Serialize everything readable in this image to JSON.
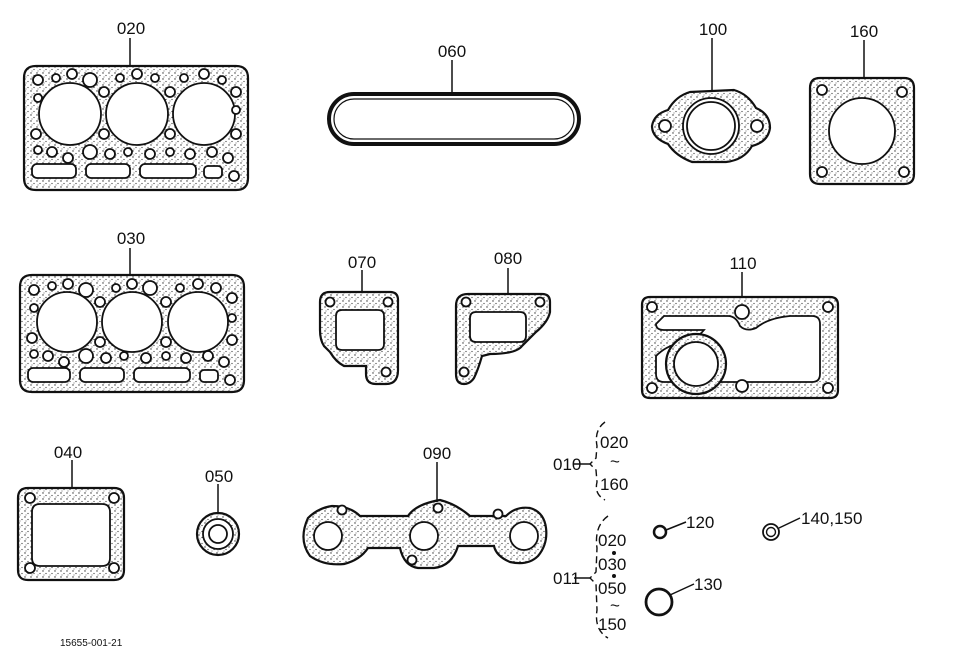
{
  "drawing_code": "15655-001-21",
  "parts": {
    "p020": "020",
    "p030": "030",
    "p040": "040",
    "p050": "050",
    "p060": "060",
    "p070": "070",
    "p080": "080",
    "p090": "090",
    "p100": "100",
    "p110": "110",
    "p120": "120",
    "p130": "130",
    "p140_150": "140,150",
    "p160": "160"
  },
  "kits": {
    "k010": {
      "label": "010",
      "from": "020",
      "tilde": "~",
      "to": "160"
    },
    "k011": {
      "label": "011",
      "items": [
        "020",
        "030",
        "050",
        "150"
      ],
      "tilde": "~"
    }
  }
}
